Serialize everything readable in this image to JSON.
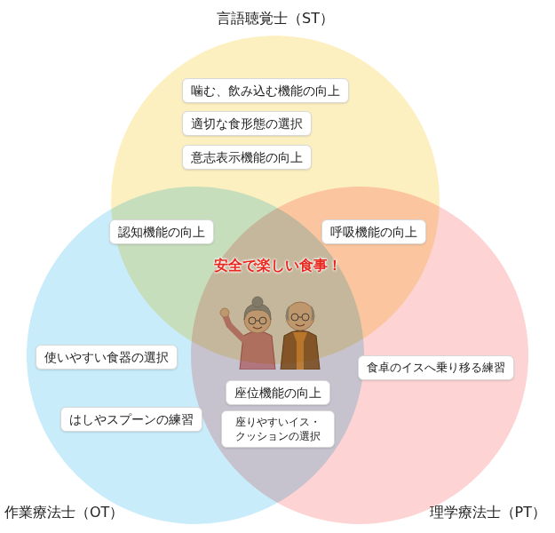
{
  "diagram": {
    "nodes": [
      {
        "text": [
          "言語聴覚士（ST）"
        ]
      },
      {
        "text": [
          "噛む、飲み込む機能の向上"
        ],
        "in": 0
      },
      {
        "text": [
          "適切な食形態の選択"
        ],
        "in": 0
      },
      {
        "text": [
          "意志表示機能の向上"
        ],
        "in": 0
      },
      {
        "text": [
          "認知機能の向上"
        ]
      },
      {
        "text": [
          "呼吸機能の向上"
        ]
      },
      {
        "text": [
          "作業療法士（OT）"
        ]
      },
      {
        "text": [
          "使いやすい食器の選択"
        ],
        "in": 6
      },
      {
        "text": [
          "はしやスプーンの練習"
        ],
        "in": 6
      },
      {
        "text": [
          "理学療法士（PT）"
        ]
      },
      {
        "text": [
          "食卓のイスへ乗り移る練習"
        ],
        "in": 9
      },
      {
        "text": [
          "座位機能の向上"
        ]
      },
      {
        "text": [
          "座りやすいイス・ クッションの選択"
        ]
      }
    ],
    "labels": [
      "安全で楽しい食事！"
    ]
  }
}
